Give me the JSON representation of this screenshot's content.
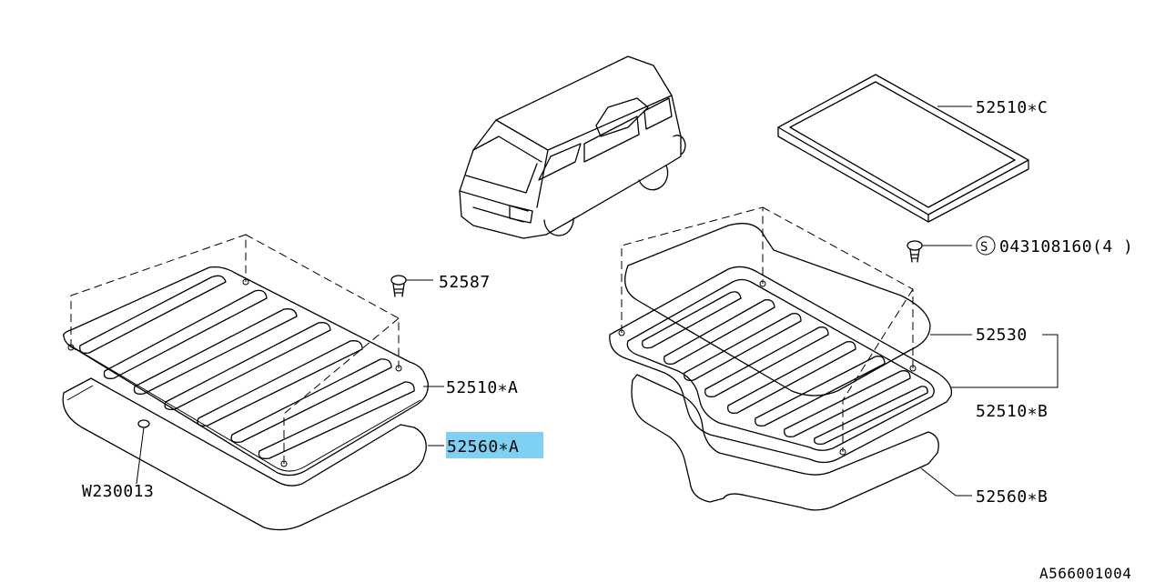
{
  "labels": {
    "p52510c": "52510∗C",
    "p043108160": "043108160(4 )",
    "p52587": "52587",
    "p52530": "52530",
    "p52510a": "52510∗A",
    "p52510b": "52510∗B",
    "p52560a": "52560∗A",
    "p52560b": "52560∗B",
    "pw230013": "W230013",
    "s_mark": "S"
  },
  "selected_part": "52560∗A",
  "highlight_color": "#7fd1f4",
  "diagram_id": "A566001004"
}
